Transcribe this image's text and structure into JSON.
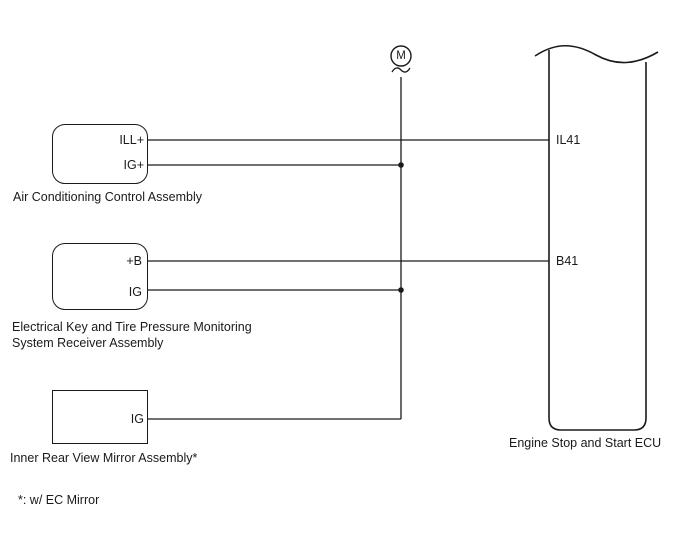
{
  "components": {
    "ac_control": {
      "name": "Air Conditioning Control Assembly",
      "pins": {
        "ill_plus": "ILL+",
        "ig_plus": "IG+"
      }
    },
    "key_receiver": {
      "name_line1": "Electrical Key and Tire Pressure Monitoring",
      "name_line2": "System Receiver Assembly",
      "pins": {
        "b_plus": "+B",
        "ig": "IG"
      }
    },
    "mirror": {
      "name": "Inner Rear View Mirror Assembly*",
      "pins": {
        "ig": "IG"
      }
    },
    "ecu": {
      "name": "Engine Stop and Start ECU",
      "pins": {
        "il41": "IL41",
        "b41": "B41"
      }
    },
    "motor_symbol": {
      "letter": "M"
    }
  },
  "footnote": "*: w/ EC Mirror",
  "colors": {
    "line": "#1a1a1a",
    "background": "#ffffff"
  }
}
